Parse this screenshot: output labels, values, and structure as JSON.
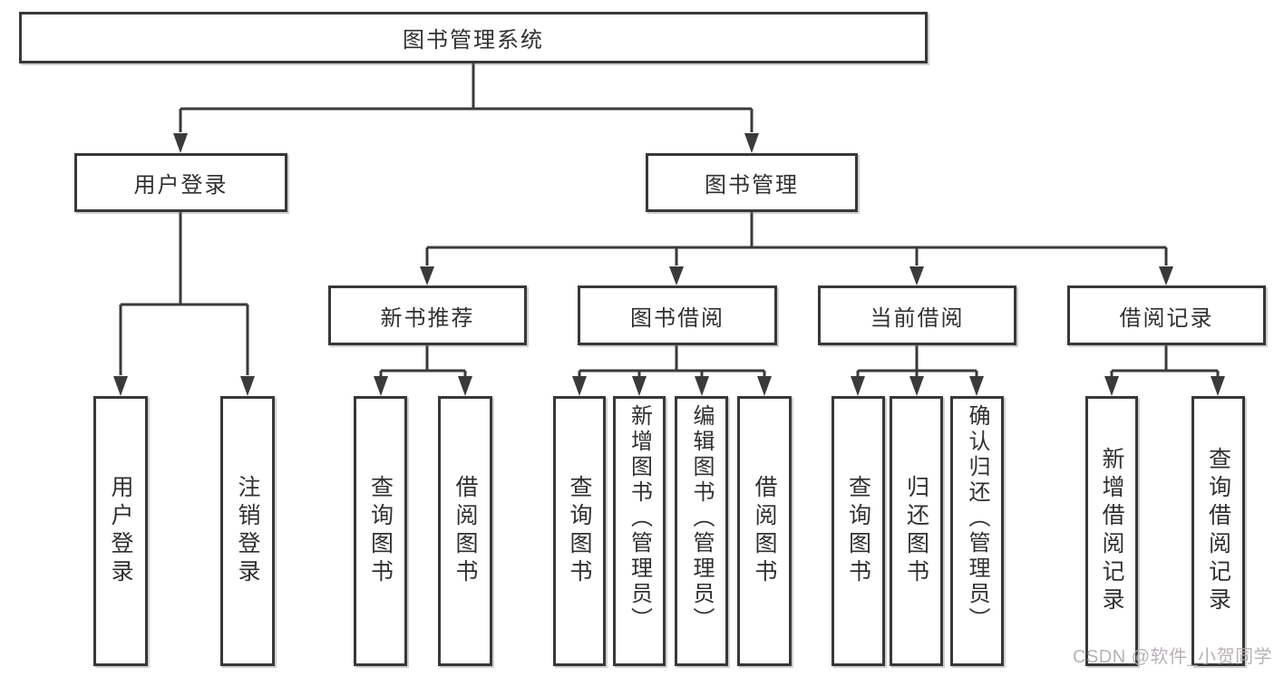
{
  "diagram": {
    "root": {
      "label": "图书管理系统"
    },
    "level2": [
      {
        "id": "user-login",
        "label": "用户登录"
      },
      {
        "id": "book-management",
        "label": "图书管理"
      }
    ],
    "level3": [
      {
        "id": "new-book-recommend",
        "label": "新书推荐"
      },
      {
        "id": "book-borrowing",
        "label": "图书借阅"
      },
      {
        "id": "current-borrowing",
        "label": "当前借阅"
      },
      {
        "id": "borrowing-records",
        "label": "借阅记录"
      }
    ],
    "leaves": [
      {
        "id": "user-login",
        "parent": "user-login",
        "label": "用户登录"
      },
      {
        "id": "logout",
        "parent": "user-login",
        "label": "注销登录"
      },
      {
        "id": "query-books-1",
        "parent": "new-book-recommend",
        "label": "查询图书"
      },
      {
        "id": "borrow-books-1",
        "parent": "new-book-recommend",
        "label": "借阅图书"
      },
      {
        "id": "query-books-2",
        "parent": "book-borrowing",
        "label": "查询图书"
      },
      {
        "id": "add-book-admin",
        "parent": "book-borrowing",
        "label": "新增图书（管理员）"
      },
      {
        "id": "edit-book-admin",
        "parent": "book-borrowing",
        "label": "编辑图书（管理员）"
      },
      {
        "id": "borrow-books-2",
        "parent": "book-borrowing",
        "label": "借阅图书"
      },
      {
        "id": "query-books-3",
        "parent": "current-borrowing",
        "label": "查询图书"
      },
      {
        "id": "return-books",
        "parent": "current-borrowing",
        "label": "归还图书"
      },
      {
        "id": "confirm-return-admin",
        "parent": "current-borrowing",
        "label": "确认归还（管理员）"
      },
      {
        "id": "add-borrow-record",
        "parent": "borrowing-records",
        "label": "新增借阅记录"
      },
      {
        "id": "query-borrow-record",
        "parent": "borrowing-records",
        "label": "查询借阅记录"
      }
    ]
  },
  "watermark": {
    "text": "CSDN @软件_小贺同学"
  },
  "colors": {
    "line": "#3a3a3a",
    "border": "#383838",
    "text": "#303030",
    "watermark": "#b2adb2",
    "background": "#ffffff"
  }
}
